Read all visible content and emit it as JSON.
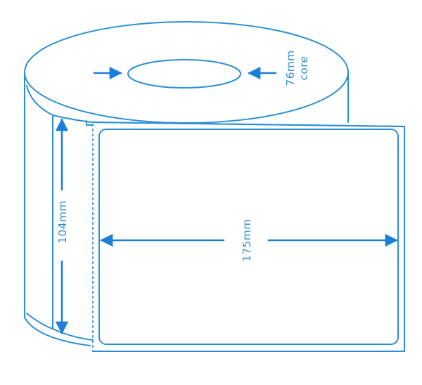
{
  "diagram": {
    "core_label_line1": "76mm",
    "core_label_line2": "core",
    "height_label": "104mm",
    "width_label": "175mm"
  },
  "colors": {
    "line": "#2b8fd6",
    "arrow": "#1a7fd9",
    "background": "#ffffff"
  }
}
